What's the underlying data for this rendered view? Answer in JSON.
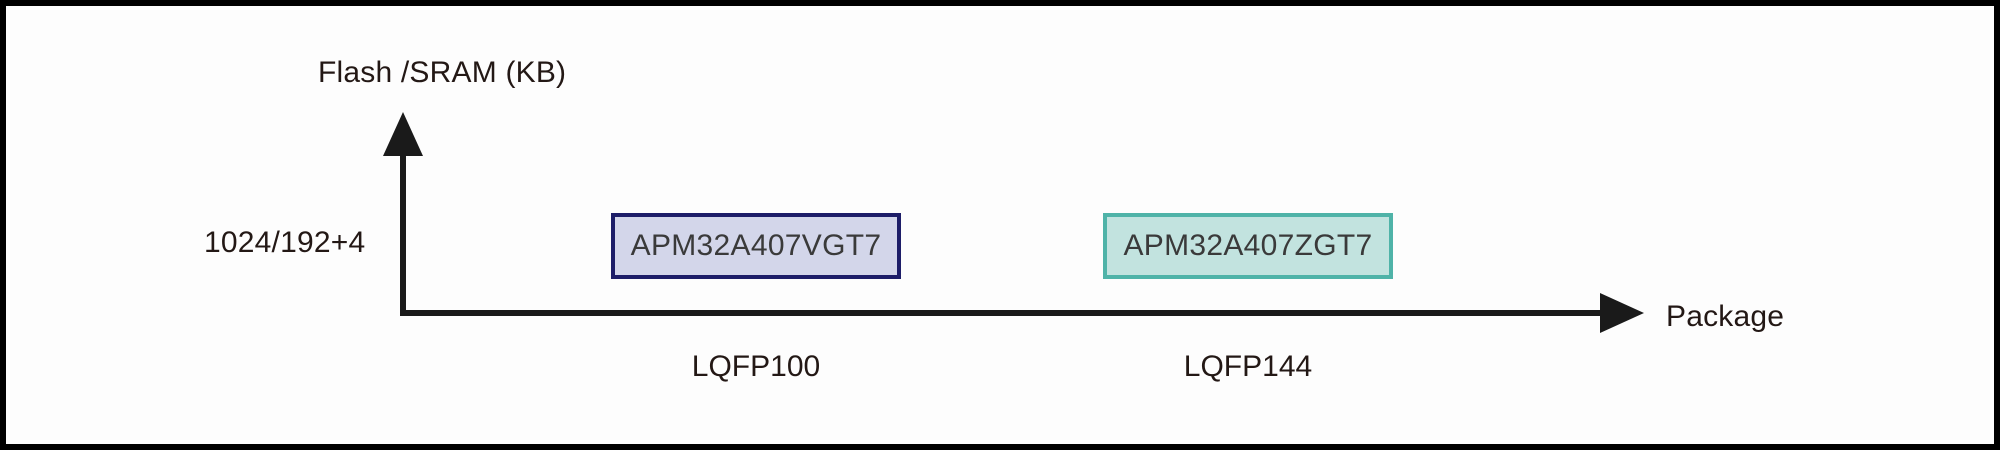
{
  "figure": {
    "border_color": "#000000",
    "background": "#ffffff"
  },
  "axes": {
    "y_title": "Flash /SRAM (KB)",
    "x_title": "Package",
    "axis_color": "#1a1a1a",
    "y_ticks": [
      "1024/192+4"
    ],
    "x_ticks": [
      "LQFP100",
      "LQFP144"
    ]
  },
  "parts": [
    {
      "label": "APM32A407VGT7",
      "package": "LQFP100",
      "fill": "#d3d6ea",
      "stroke": "#1d1d68",
      "text_color": "#3a3a3a"
    },
    {
      "label": "APM32A407ZGT7",
      "package": "LQFP144",
      "fill": "#c2e3df",
      "stroke": "#4fb3a8",
      "text_color": "#3a3a3a"
    }
  ],
  "chart_data": {
    "type": "scatter",
    "title": "",
    "xlabel": "Package",
    "ylabel": "Flash /SRAM (KB)",
    "categories": [
      "LQFP100",
      "LQFP144"
    ],
    "y_categories": [
      "1024/192+4"
    ],
    "grid": false,
    "legend": "none",
    "points": [
      {
        "x": "LQFP100",
        "y": "1024/192+4",
        "label": "APM32A407VGT7"
      },
      {
        "x": "LQFP144",
        "y": "1024/192+4",
        "label": "APM32A407ZGT7"
      }
    ]
  }
}
